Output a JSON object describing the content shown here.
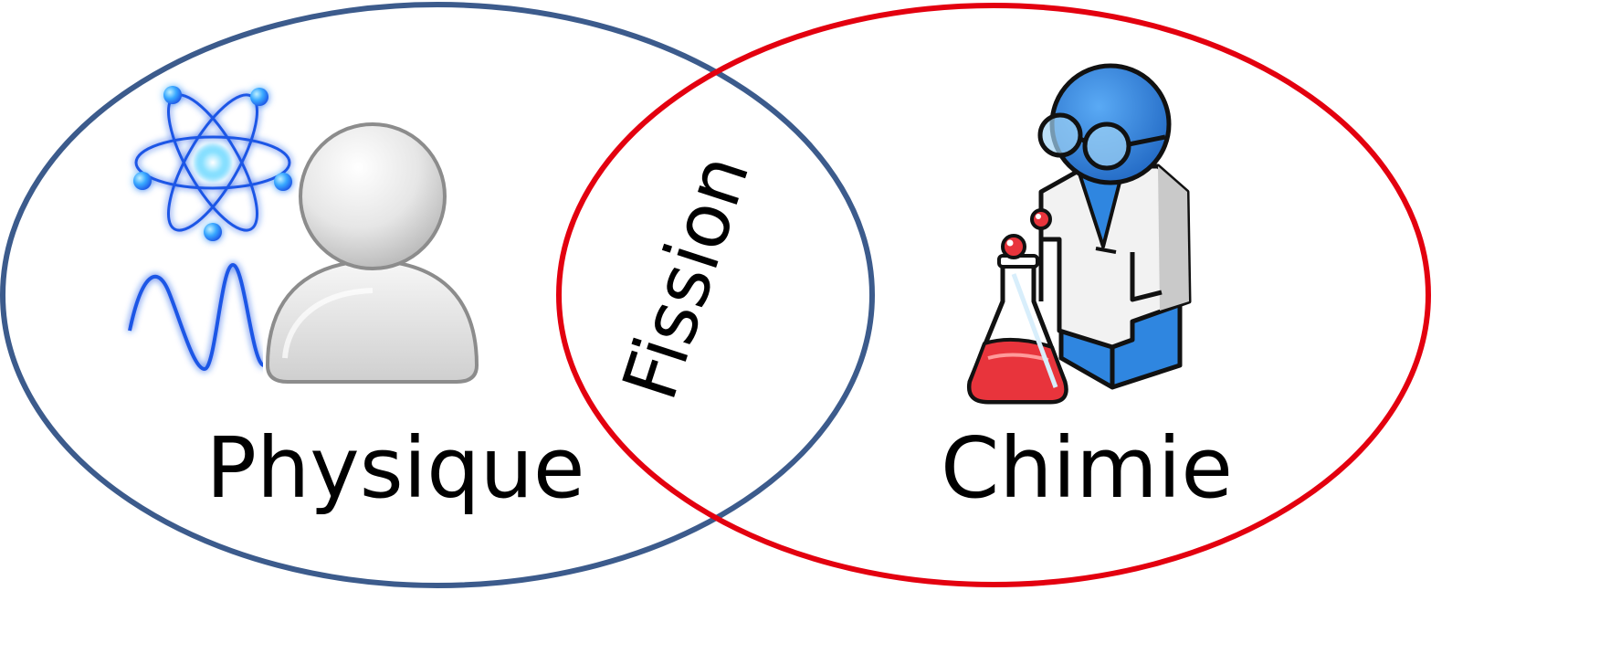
{
  "diagram": {
    "type": "venn",
    "sets": [
      {
        "id": "physique",
        "label": "Physique",
        "color": "#3c5b8c",
        "icons": [
          "atom-icon",
          "sine-wave-icon",
          "person-avatar-icon"
        ]
      },
      {
        "id": "chimie",
        "label": "Chimie",
        "color": "#e3000f",
        "icons": [
          "chemist-icon",
          "erlenmeyer-flask-icon"
        ]
      }
    ],
    "overlap": {
      "label": "Fission",
      "sets": [
        "physique",
        "chimie"
      ]
    },
    "colors": {
      "atom": "#1e56e6",
      "atom_glow": "#38c8ff",
      "chemist_blue": "#2f86e0",
      "flask_liquid": "#e8343c",
      "coat": "#f2f2f2"
    }
  }
}
